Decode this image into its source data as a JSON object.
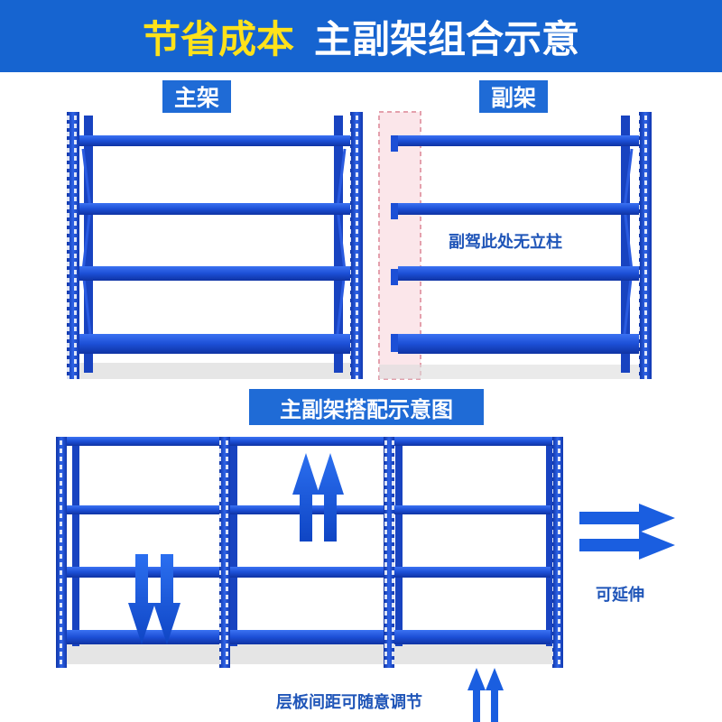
{
  "title": {
    "highlight": "节省成本",
    "main": "主副架组合示意"
  },
  "labels": {
    "main_rack": "主架",
    "sub_rack": "副架",
    "combo": "主副架搭配示意图"
  },
  "notes": {
    "no_post": "副驾此处无立柱",
    "extend": "可延伸",
    "adjust": "层板间距可随意调节"
  },
  "colors": {
    "banner": "#1664d0",
    "accent": "#ffe21a",
    "rack_blue": "#1c4fd6",
    "note_text": "#1f55b8"
  }
}
